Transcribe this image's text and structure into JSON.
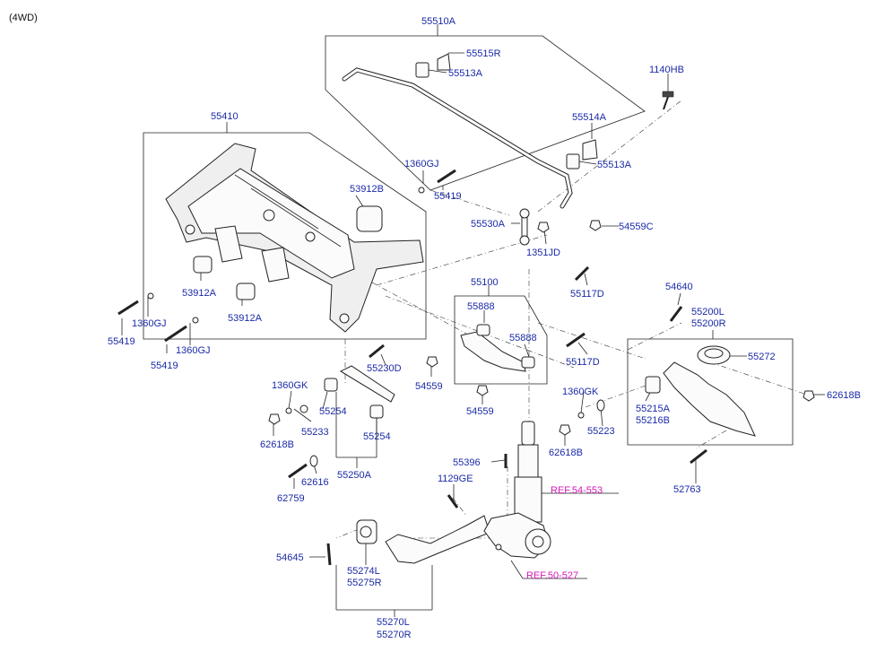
{
  "header": "(4WD)",
  "labels": {
    "l55510A": "55510A",
    "l55515R": "55515R",
    "l55513A_1": "55513A",
    "l1140HB": "1140HB",
    "l55514A": "55514A",
    "l55513A_2": "55513A",
    "l55410": "55410",
    "l1360GJ_1": "1360GJ",
    "l53912B": "53912B",
    "l55419_1": "55419",
    "l55530A": "55530A",
    "l54559C": "54559C",
    "l1351JD": "1351JD",
    "l53912A_1": "53912A",
    "l53912A_2": "53912A",
    "l1360GJ_2": "1360GJ",
    "l55419_2": "55419",
    "l1360GJ_3": "1360GJ",
    "l55419_3": "55419",
    "l55100": "55100",
    "l55117D_1": "55117D",
    "l55888_1": "55888",
    "l55888_2": "55888",
    "l55117D_2": "55117D",
    "l54559_1": "54559",
    "l54559_2": "54559",
    "l54640": "54640",
    "l55200L": "55200L",
    "l55200R": "55200R",
    "l55272": "55272",
    "l55230D": "55230D",
    "l1360GK_1": "1360GK",
    "l55254_1": "55254",
    "l55233": "55233",
    "l62618B_1": "62618B",
    "l55254_2": "55254",
    "l55250A": "55250A",
    "l62616": "62616",
    "l62759": "62759",
    "l1360GK_2": "1360GK",
    "l55223": "55223",
    "l62618B_2": "62618B",
    "l55215A": "55215A",
    "l55216B": "55216B",
    "l62618B_3": "62618B",
    "l52763": "52763",
    "l55396": "55396",
    "l1129GE": "1129GE",
    "l54645": "54645",
    "l55274L": "55274L",
    "l55275R": "55275R",
    "l55270L": "55270L",
    "l55270R": "55270R"
  },
  "refs": {
    "r54553": "REF.54-553",
    "r50527": "REF.50-527"
  },
  "colors": {
    "label": "#1a2aa6",
    "ref": "#d41ab8",
    "line": "#222222"
  }
}
